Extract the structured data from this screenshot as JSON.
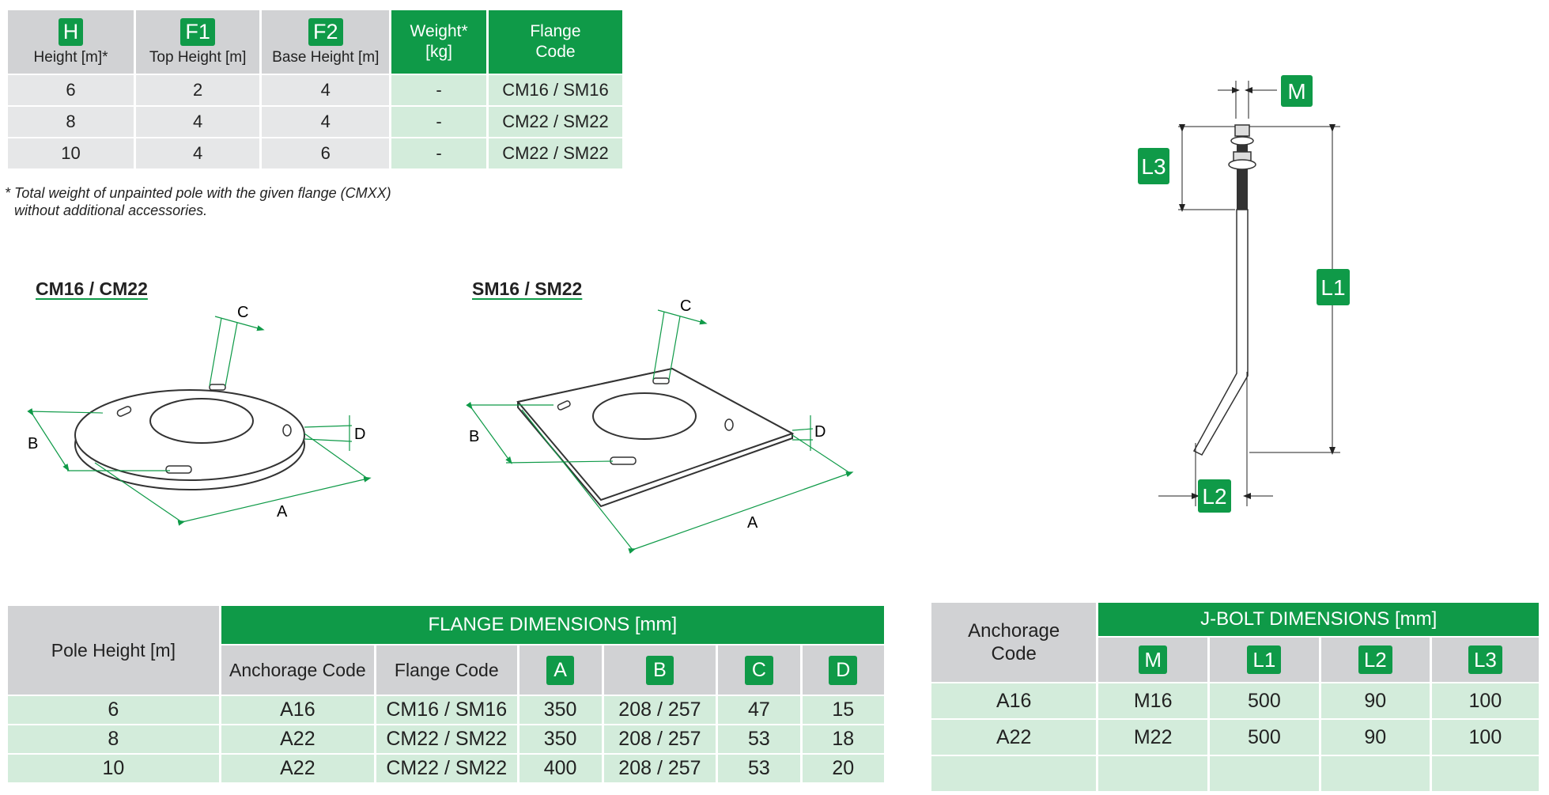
{
  "top_table": {
    "headers": [
      {
        "badge": "H",
        "label": "Height [m]*"
      },
      {
        "badge": "F1",
        "label": "Top Height [m]"
      },
      {
        "badge": "F2",
        "label": "Base Height [m]"
      },
      {
        "line1": "Weight*",
        "line2": "[kg]"
      },
      {
        "line1": "Flange",
        "line2": "Code"
      }
    ],
    "rows": [
      [
        "6",
        "2",
        "4",
        "-",
        "CM16 / SM16"
      ],
      [
        "8",
        "4",
        "4",
        "-",
        "CM22 / SM22"
      ],
      [
        "10",
        "4",
        "6",
        "-",
        "CM22 / SM22"
      ]
    ]
  },
  "footnote": {
    "line1": "* Total weight of unpainted pole with the given flange (CMXX)",
    "line2": "without additional accessories."
  },
  "figures": {
    "cm_title": "CM16 / CM22",
    "sm_title": "SM16 / SM22",
    "labels": {
      "a": "A",
      "b": "B",
      "c": "C",
      "d": "D"
    }
  },
  "jbolt_figure": {
    "m": "M",
    "l1": "L1",
    "l2": "L2",
    "l3": "L3"
  },
  "flange_table": {
    "pole_header": "Pole Height [m]",
    "group_header": "FLANGE DIMENSIONS [mm]",
    "sub_headers": [
      "Anchorage Code",
      "Flange Code"
    ],
    "badges": [
      "A",
      "B",
      "C",
      "D"
    ],
    "rows": [
      [
        "6",
        "A16",
        "CM16 / SM16",
        "350",
        "208 / 257",
        "47",
        "15"
      ],
      [
        "8",
        "A22",
        "CM22 / SM22",
        "350",
        "208 / 257",
        "53",
        "18"
      ],
      [
        "10",
        "A22",
        "CM22 / SM22",
        "400",
        "208 / 257",
        "53",
        "20"
      ]
    ]
  },
  "jbolt_table": {
    "anchor_header": "Anchorage Code",
    "group_header": "J-BOLT DIMENSIONS [mm]",
    "badges": [
      "M",
      "L1",
      "L2",
      "L3"
    ],
    "rows": [
      [
        "A16",
        "M16",
        "500",
        "90",
        "100"
      ],
      [
        "A22",
        "M22",
        "500",
        "90",
        "100"
      ]
    ]
  },
  "colors": {
    "accent_green": "#0f9a48",
    "light_green": "#d3ecdb",
    "grey_header": "#d1d2d4",
    "grey_cell": "#e6e7e8"
  }
}
